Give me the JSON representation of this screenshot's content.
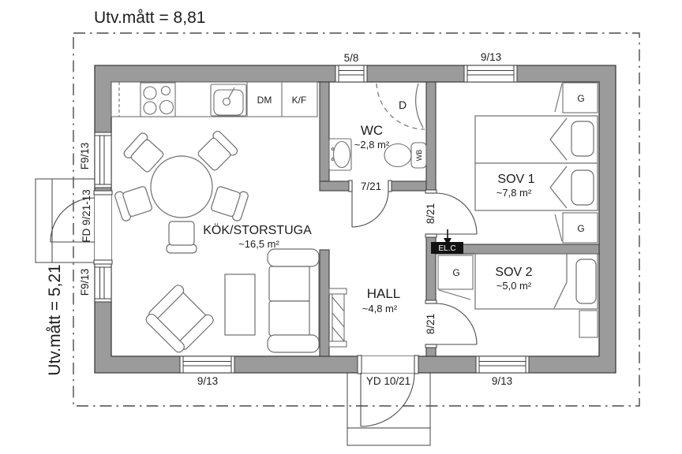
{
  "plan": {
    "title_width": "Utv.mått = 8,81",
    "title_height": "Utv.mått = 5,21",
    "rooms": {
      "kitchen": {
        "name": "KÖK/STORSTUGA",
        "area": "~16,5 m²"
      },
      "wc": {
        "name": "WC",
        "area": "~2,8 m²"
      },
      "hall": {
        "name": "HALL",
        "area": "~4,8 m²"
      },
      "bedroom1": {
        "name": "SOV 1",
        "area": "~7,8 m²"
      },
      "bedroom2": {
        "name": "SOV 2",
        "area": "~5,0 m²"
      }
    },
    "openings": {
      "wc_window": "5/8",
      "bedroom1_window": "9/13",
      "kitchen_window": "F9/13",
      "patio_door": "FD 9/21-13",
      "living_window_west": "F9/13",
      "living_window_south": "9/13",
      "entry_door": "YD 10/21",
      "bedroom2_window": "9/13",
      "wc_door": "7/21",
      "bedroom1_door": "8/21",
      "bedroom2_door": "8/21"
    },
    "fixtures": {
      "dishwasher": "DM",
      "fridge_freezer": "K/F",
      "shower": "D",
      "toilet": "WB",
      "wardrobe": "G",
      "electrical_cabinet": "EL.C"
    },
    "colors": {
      "wall_fill": "#9b9b9b",
      "line": "#3c3c3c",
      "furniture_line": "#6e6e6e"
    }
  }
}
